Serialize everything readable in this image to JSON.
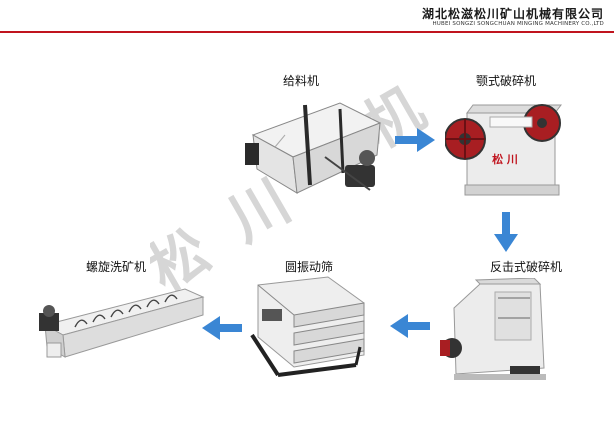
{
  "header": {
    "company_cn": "湖北松滋松川矿山机械有限公司",
    "company_en": "HUBEI SONGZI SONGCHUAN MINGING MACHINERY CO.,LTD",
    "accent_color": "#c0141e"
  },
  "watermark": {
    "text": "松川机"
  },
  "machines": {
    "feeder": {
      "label": "给料机"
    },
    "jaw_crusher": {
      "label": "颚式破碎机",
      "brand": "松 川"
    },
    "impact_crusher": {
      "label": "反击式破碎机"
    },
    "vibrating_screen": {
      "label": "圆振动筛"
    },
    "spiral_washer": {
      "label": "螺旋洗矿机"
    }
  },
  "arrows": {
    "color": "#3a86d4",
    "icon": "arrow-icon"
  }
}
